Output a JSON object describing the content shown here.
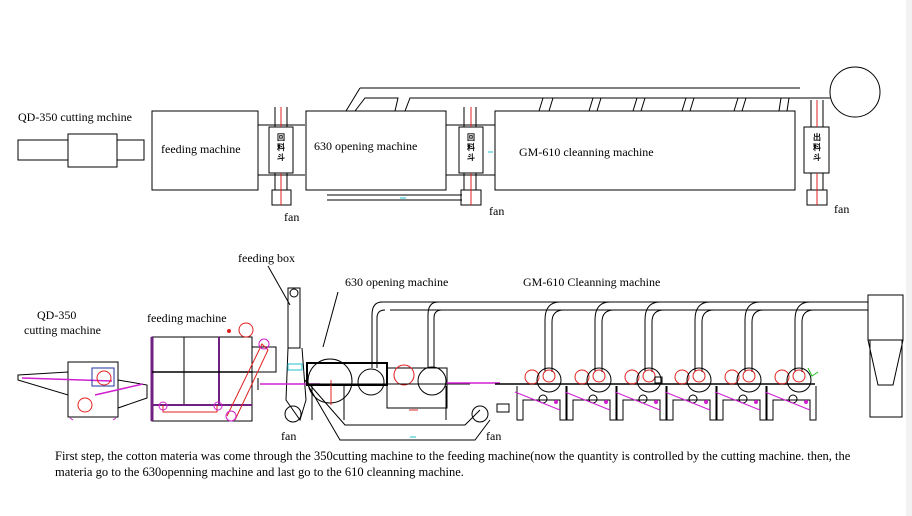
{
  "top_diagram": {
    "cutting_machine_label": "QD-350 cutting mchine",
    "feeding_machine_label": "feeding machine",
    "opening_machine_label": "630 opening machine",
    "cleaning_machine_label": "GM-610 cleanning machine",
    "fan_labels": [
      "fan",
      "fan",
      "fan"
    ],
    "hopper_glyphs": [
      [
        "回",
        "料",
        "斗"
      ],
      [
        "回",
        "料",
        "斗"
      ],
      [
        "出",
        "料",
        "斗"
      ]
    ]
  },
  "bottom_diagram": {
    "cutting_machine_label_line1": "QD-350",
    "cutting_machine_label_line2": "cutting machine",
    "feeding_machine_label": "feeding machine",
    "feeding_box_label": "feeding box",
    "opening_machine_label": "630 opening machine",
    "cleaning_machine_label": "GM-610 Cleanning machine",
    "fan_labels": [
      "fan",
      "fan"
    ],
    "cleaning_units": 6
  },
  "caption": {
    "text": "First step, the cotton materia was come through the 350cutting machine to the feeding machine(now the quantity is controlled by the cutting machine. then, the materia go to the 630openning machine and last go to the 610 cleanning machine."
  },
  "colors": {
    "line": "#000000",
    "accent_red": "#e02020",
    "accent_magenta": "#d020d0",
    "accent_purple": "#702080",
    "accent_cyan": "#20c0d0"
  }
}
